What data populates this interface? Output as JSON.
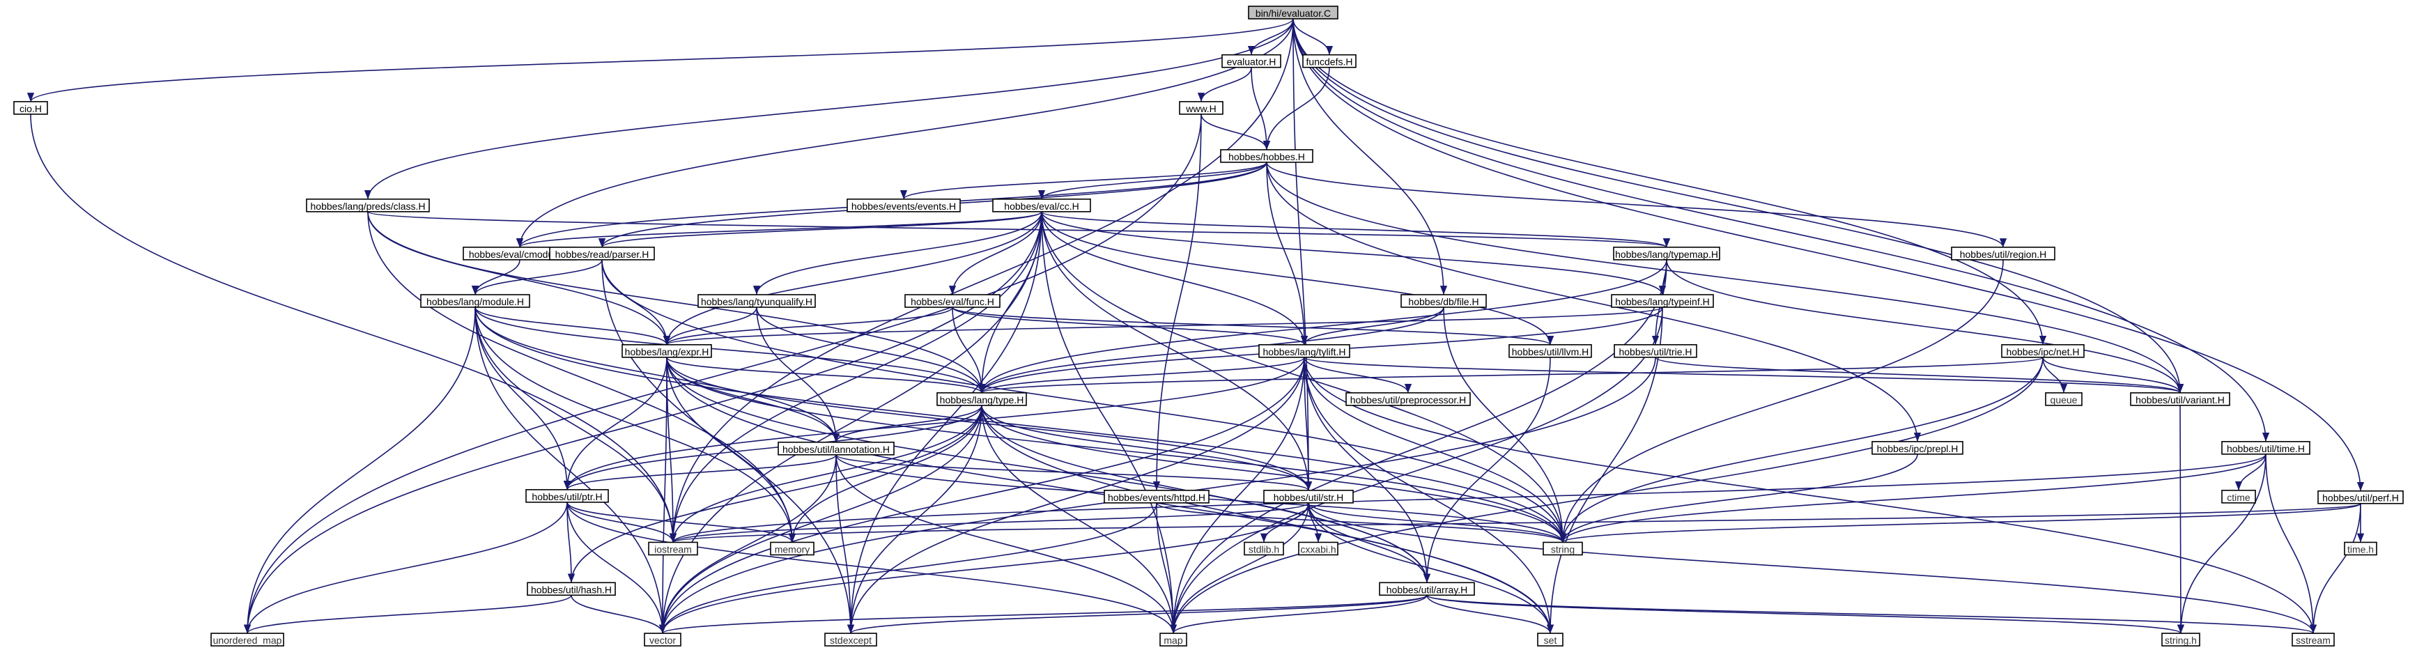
{
  "nodes": [
    {
      "id": "root",
      "label": "bin/hi/evaluator.C",
      "style": "root"
    },
    {
      "id": "cio",
      "label": "cio.H",
      "style": "normal"
    },
    {
      "id": "evaluatorH",
      "label": "evaluator.H",
      "style": "normal"
    },
    {
      "id": "funcdefs",
      "label": "funcdefs.H",
      "style": "normal"
    },
    {
      "id": "www",
      "label": "www.H",
      "style": "normal"
    },
    {
      "id": "hobbes",
      "label": "hobbes/hobbes.H",
      "style": "normal"
    },
    {
      "id": "events",
      "label": "hobbes/events/events.H",
      "style": "normal"
    },
    {
      "id": "evalcc",
      "label": "hobbes/eval/cc.H",
      "style": "red"
    },
    {
      "id": "preds",
      "label": "hobbes/lang/preds/class.H",
      "style": "normal"
    },
    {
      "id": "cmodule",
      "label": "hobbes/eval/cmodule.H",
      "style": "normal"
    },
    {
      "id": "parser",
      "label": "hobbes/read/parser.H",
      "style": "red"
    },
    {
      "id": "typemap",
      "label": "hobbes/lang/typemap.H",
      "style": "normal"
    },
    {
      "id": "region",
      "label": "hobbes/util/region.H",
      "style": "normal"
    },
    {
      "id": "module",
      "label": "hobbes/lang/module.H",
      "style": "normal"
    },
    {
      "id": "tyunq",
      "label": "hobbes/lang/tyunqualify.H",
      "style": "normal"
    },
    {
      "id": "func",
      "label": "hobbes/eval/func.H",
      "style": "normal"
    },
    {
      "id": "dbfile",
      "label": "hobbes/db/file.H",
      "style": "normal"
    },
    {
      "id": "typeinf",
      "label": "hobbes/lang/typeinf.H",
      "style": "red"
    },
    {
      "id": "expr",
      "label": "hobbes/lang/expr.H",
      "style": "normal"
    },
    {
      "id": "tylift",
      "label": "hobbes/lang/tylift.H",
      "style": "normal"
    },
    {
      "id": "llvm",
      "label": "hobbes/util/llvm.H",
      "style": "red"
    },
    {
      "id": "trie",
      "label": "hobbes/util/trie.H",
      "style": "normal"
    },
    {
      "id": "net",
      "label": "hobbes/ipc/net.H",
      "style": "normal"
    },
    {
      "id": "type",
      "label": "hobbes/lang/type.H",
      "style": "normal"
    },
    {
      "id": "preproc",
      "label": "hobbes/util/preprocessor.H",
      "style": "normal"
    },
    {
      "id": "queue",
      "label": "queue",
      "style": "gray"
    },
    {
      "id": "variant",
      "label": "hobbes/util/variant.H",
      "style": "normal"
    },
    {
      "id": "prepl",
      "label": "hobbes/ipc/prepl.H",
      "style": "red"
    },
    {
      "id": "utime",
      "label": "hobbes/util/time.H",
      "style": "normal"
    },
    {
      "id": "annot",
      "label": "hobbes/util/lannotation.H",
      "style": "normal"
    },
    {
      "id": "ptr",
      "label": "hobbes/util/ptr.H",
      "style": "red"
    },
    {
      "id": "httpd",
      "label": "hobbes/events/httpd.H",
      "style": "normal"
    },
    {
      "id": "ustr",
      "label": "hobbes/util/str.H",
      "style": "normal"
    },
    {
      "id": "ctime",
      "label": "ctime",
      "style": "gray"
    },
    {
      "id": "perf",
      "label": "hobbes/util/perf.H",
      "style": "normal"
    },
    {
      "id": "iostream",
      "label": "iostream",
      "style": "gray"
    },
    {
      "id": "memory",
      "label": "memory",
      "style": "gray"
    },
    {
      "id": "string",
      "label": "string",
      "style": "gray"
    },
    {
      "id": "timeh",
      "label": "time.h",
      "style": "gray"
    },
    {
      "id": "hash",
      "label": "hobbes/util/hash.H",
      "style": "red"
    },
    {
      "id": "stdlib",
      "label": "stdlib.h",
      "style": "gray"
    },
    {
      "id": "cxxabi",
      "label": "cxxabi.h",
      "style": "gray"
    },
    {
      "id": "array",
      "label": "hobbes/util/array.H",
      "style": "red"
    },
    {
      "id": "umap",
      "label": "unordered_map",
      "style": "gray"
    },
    {
      "id": "vector",
      "label": "vector",
      "style": "gray"
    },
    {
      "id": "stdexcept",
      "label": "stdexcept",
      "style": "gray"
    },
    {
      "id": "map",
      "label": "map",
      "style": "gray"
    },
    {
      "id": "set",
      "label": "set",
      "style": "gray"
    },
    {
      "id": "stringh",
      "label": "string.h",
      "style": "gray"
    },
    {
      "id": "sstream",
      "label": "sstream",
      "style": "gray"
    }
  ],
  "edges": [
    [
      "root",
      "cio"
    ],
    [
      "root",
      "evaluatorH"
    ],
    [
      "root",
      "funcdefs"
    ],
    [
      "root",
      "iostream"
    ],
    [
      "root",
      "preds"
    ],
    [
      "root",
      "cmodule"
    ],
    [
      "root",
      "dbfile"
    ],
    [
      "root",
      "net"
    ],
    [
      "root",
      "ustr"
    ],
    [
      "root",
      "utime"
    ],
    [
      "root",
      "perf"
    ],
    [
      "root",
      "variant"
    ],
    [
      "cio",
      "iostream"
    ],
    [
      "evaluatorH",
      "www"
    ],
    [
      "evaluatorH",
      "hobbes"
    ],
    [
      "funcdefs",
      "hobbes"
    ],
    [
      "www",
      "hobbes"
    ],
    [
      "www",
      "httpd"
    ],
    [
      "www",
      "umap"
    ],
    [
      "hobbes",
      "events"
    ],
    [
      "hobbes",
      "evalcc"
    ],
    [
      "hobbes",
      "cmodule"
    ],
    [
      "hobbes",
      "parser"
    ],
    [
      "hobbes",
      "tylift"
    ],
    [
      "hobbes",
      "region"
    ],
    [
      "hobbes",
      "prepl"
    ],
    [
      "hobbes",
      "variant"
    ],
    [
      "evalcc",
      "cmodule"
    ],
    [
      "evalcc",
      "parser"
    ],
    [
      "evalcc",
      "typemap"
    ],
    [
      "evalcc",
      "tyunq"
    ],
    [
      "evalcc",
      "func"
    ],
    [
      "evalcc",
      "typeinf"
    ],
    [
      "evalcc",
      "expr"
    ],
    [
      "evalcc",
      "tylift"
    ],
    [
      "evalcc",
      "llvm"
    ],
    [
      "evalcc",
      "type"
    ],
    [
      "evalcc",
      "ustr"
    ],
    [
      "evalcc",
      "map"
    ],
    [
      "evalcc",
      "stdexcept"
    ],
    [
      "evalcc",
      "vector"
    ],
    [
      "evalcc",
      "string"
    ],
    [
      "evalcc",
      "iostream"
    ],
    [
      "evalcc",
      "umap"
    ],
    [
      "preds",
      "expr"
    ],
    [
      "preds",
      "type"
    ],
    [
      "preds",
      "typemap"
    ],
    [
      "preds",
      "memory"
    ],
    [
      "cmodule",
      "module"
    ],
    [
      "parser",
      "module"
    ],
    [
      "parser",
      "expr"
    ],
    [
      "parser",
      "string"
    ],
    [
      "parser",
      "stdexcept"
    ],
    [
      "typemap",
      "typeinf"
    ],
    [
      "typemap",
      "trie"
    ],
    [
      "typemap",
      "type"
    ],
    [
      "typemap",
      "variant"
    ],
    [
      "typemap",
      "map"
    ],
    [
      "region",
      "string"
    ],
    [
      "module",
      "expr"
    ],
    [
      "module",
      "type"
    ],
    [
      "module",
      "annot"
    ],
    [
      "module",
      "ptr"
    ],
    [
      "module",
      "memory"
    ],
    [
      "module",
      "iostream"
    ],
    [
      "module",
      "vector"
    ],
    [
      "module",
      "string"
    ],
    [
      "module",
      "umap"
    ],
    [
      "tyunq",
      "expr"
    ],
    [
      "tyunq",
      "type"
    ],
    [
      "tyunq",
      "annot"
    ],
    [
      "func",
      "expr"
    ],
    [
      "func",
      "type"
    ],
    [
      "func",
      "llvm"
    ],
    [
      "func",
      "tylift"
    ],
    [
      "dbfile",
      "tylift"
    ],
    [
      "dbfile",
      "type"
    ],
    [
      "dbfile",
      "string"
    ],
    [
      "typeinf",
      "expr"
    ],
    [
      "typeinf",
      "type"
    ],
    [
      "typeinf",
      "set"
    ],
    [
      "typeinf",
      "map"
    ],
    [
      "expr",
      "type"
    ],
    [
      "expr",
      "annot"
    ],
    [
      "expr",
      "ptr"
    ],
    [
      "expr",
      "array"
    ],
    [
      "expr",
      "ustr"
    ],
    [
      "expr",
      "memory"
    ],
    [
      "expr",
      "iostream"
    ],
    [
      "expr",
      "vector"
    ],
    [
      "expr",
      "string"
    ],
    [
      "expr",
      "set"
    ],
    [
      "tylift",
      "type"
    ],
    [
      "tylift",
      "preproc"
    ],
    [
      "tylift",
      "variant"
    ],
    [
      "tylift",
      "array"
    ],
    [
      "tylift",
      "ustr"
    ],
    [
      "tylift",
      "ptr"
    ],
    [
      "tylift",
      "string"
    ],
    [
      "tylift",
      "vector"
    ],
    [
      "tylift",
      "map"
    ],
    [
      "tylift",
      "set"
    ],
    [
      "tylift",
      "stdexcept"
    ],
    [
      "tylift",
      "sstream"
    ],
    [
      "llvm",
      "array"
    ],
    [
      "trie",
      "variant"
    ],
    [
      "trie",
      "vector"
    ],
    [
      "net",
      "type"
    ],
    [
      "net",
      "queue"
    ],
    [
      "net",
      "string"
    ],
    [
      "net",
      "map"
    ],
    [
      "net",
      "variant"
    ],
    [
      "type",
      "annot"
    ],
    [
      "type",
      "ptr"
    ],
    [
      "type",
      "array"
    ],
    [
      "type",
      "ustr"
    ],
    [
      "type",
      "hash"
    ],
    [
      "type",
      "memory"
    ],
    [
      "type",
      "iostream"
    ],
    [
      "type",
      "vector"
    ],
    [
      "type",
      "string"
    ],
    [
      "type",
      "map"
    ],
    [
      "type",
      "set"
    ],
    [
      "type",
      "stdexcept"
    ],
    [
      "variant",
      "stringh"
    ],
    [
      "prepl",
      "string"
    ],
    [
      "utime",
      "ctime"
    ],
    [
      "utime",
      "string"
    ],
    [
      "utime",
      "stringh"
    ],
    [
      "utime",
      "sstream"
    ],
    [
      "utime",
      "iostream"
    ],
    [
      "annot",
      "ptr"
    ],
    [
      "annot",
      "ustr"
    ],
    [
      "annot",
      "stdexcept"
    ],
    [
      "annot",
      "map"
    ],
    [
      "annot",
      "vector"
    ],
    [
      "annot",
      "string"
    ],
    [
      "ptr",
      "hash"
    ],
    [
      "ptr",
      "memory"
    ],
    [
      "ptr",
      "iostream"
    ],
    [
      "ptr",
      "vector"
    ],
    [
      "ptr",
      "umap"
    ],
    [
      "ptr",
      "map"
    ],
    [
      "httpd",
      "string"
    ],
    [
      "httpd",
      "map"
    ],
    [
      "httpd",
      "vector"
    ],
    [
      "ustr",
      "stdlib"
    ],
    [
      "ustr",
      "cxxabi"
    ],
    [
      "ustr",
      "array"
    ],
    [
      "ustr",
      "string"
    ],
    [
      "ustr",
      "vector"
    ],
    [
      "ustr",
      "map"
    ],
    [
      "ustr",
      "set"
    ],
    [
      "ustr",
      "sstream"
    ],
    [
      "ustr",
      "iostream"
    ],
    [
      "perf",
      "timeh"
    ],
    [
      "perf",
      "string"
    ],
    [
      "perf",
      "sstream"
    ],
    [
      "perf",
      "iostream"
    ],
    [
      "hash",
      "vector"
    ],
    [
      "hash",
      "umap"
    ],
    [
      "array",
      "vector"
    ],
    [
      "array",
      "stdexcept"
    ],
    [
      "array",
      "map"
    ],
    [
      "array",
      "set"
    ],
    [
      "array",
      "stringh"
    ],
    [
      "array",
      "sstream"
    ]
  ],
  "colors": {
    "edge": "#191970",
    "normal_border": "#000000",
    "red_border": "#ff0000",
    "gray_border": "#bfbfbf",
    "root_fill": "#bfbfbf",
    "text": "#000000",
    "gray_text": "#333333"
  }
}
